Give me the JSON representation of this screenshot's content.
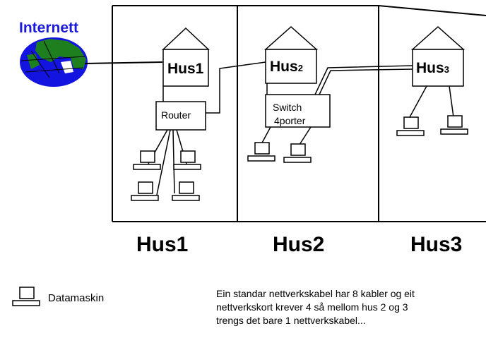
{
  "internet_label": "Internett",
  "houses": {
    "hus1": {
      "name": "Hus1",
      "sub": ""
    },
    "hus2": {
      "name": "Hus",
      "sub": "2"
    },
    "hus3": {
      "name": "Hus",
      "sub": "3"
    }
  },
  "router_label": "Router",
  "switch_label_line1": "Switch",
  "switch_label_line2": "4porter",
  "region_labels": [
    "Hus1",
    "Hus2",
    "Hus3"
  ],
  "legend_label": "Datamaskin",
  "note_lines": [
    "Ein standar nettverkskabel har 8 kabler og eit",
    "nettverkskort krever 4 så mellom hus 2 og 3",
    "trengs det bare 1 nettverkskabel..."
  ],
  "colors": {
    "internet_text": "#1a1ad8",
    "globe_blue": "#1414e0",
    "globe_green": "#1e7f1e"
  }
}
